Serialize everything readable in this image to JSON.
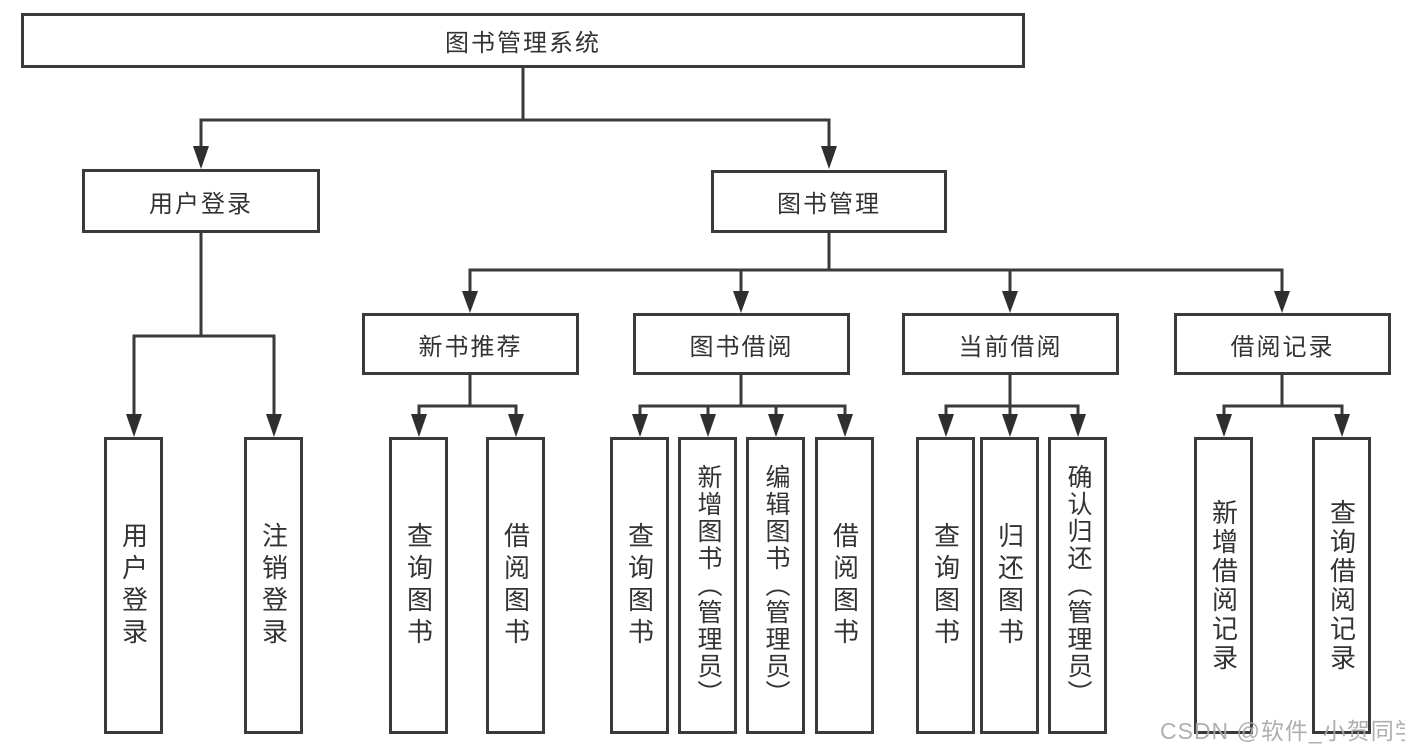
{
  "canvas": {
    "background": "#ffffff",
    "line_color": "#3a3a3a",
    "text_color": "#333333"
  },
  "nodes": {
    "root": {
      "label": "图书管理系统"
    },
    "user_login": {
      "label": "用户登录"
    },
    "book_management": {
      "label": "图书管理"
    },
    "new_book_recommend": {
      "label": "新书推荐"
    },
    "book_borrowing": {
      "label": "图书借阅"
    },
    "current_borrowing": {
      "label": "当前借阅"
    },
    "borrowing_records": {
      "label": "借阅记录"
    },
    "leaves": {
      "user_login": {
        "label": "用户登录"
      },
      "logout": {
        "label": "注销登录"
      },
      "recommend_query_books": {
        "label": "查询图书"
      },
      "recommend_borrow_books": {
        "label": "借阅图书"
      },
      "borrowing_query_books": {
        "label": "查询图书"
      },
      "borrowing_add_books": {
        "label": "新增图书（管理员）"
      },
      "borrowing_edit_books": {
        "label": "编辑图书（管理员）"
      },
      "borrowing_borrow_books": {
        "label": "借阅图书"
      },
      "current_query_books": {
        "label": "查询图书"
      },
      "current_return_books": {
        "label": "归还图书"
      },
      "current_confirm_return": {
        "label": "确认归还（管理员）"
      },
      "records_add_record": {
        "label": "新增借阅记录"
      },
      "records_query_record": {
        "label": "查询借阅记录"
      }
    }
  },
  "watermark": {
    "text": "CSDN @软件_小贺同学",
    "color": "#a8a8a8"
  }
}
